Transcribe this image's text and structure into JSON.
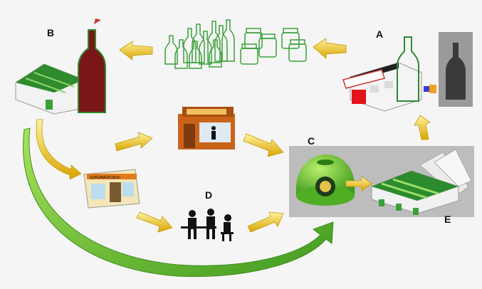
{
  "labels": {
    "a": "A",
    "b": "B",
    "c": "C",
    "d": "D",
    "e": "E"
  },
  "colors": {
    "arrow_yellow": "#f0c419",
    "arrow_green": "#6dc23a",
    "bottle_green": "#2f8a2f",
    "wine_red": "#7a1518",
    "container_green": "#7ad03c",
    "panel_gray": "#b9b9b9"
  },
  "icons": [
    "glass-factory-icon",
    "bottling-plant-icon",
    "wine-bottle-icon",
    "glass-bottles-icon",
    "glass-jars-icon",
    "bar-icon",
    "shop-icon",
    "consumers-icon",
    "recycling-container-icon",
    "treatment-plant-icon",
    "cullet-pile-icon",
    "furnace-icon",
    "dark-bottle-icon"
  ],
  "shop_sign": "SUPERMERCADO"
}
